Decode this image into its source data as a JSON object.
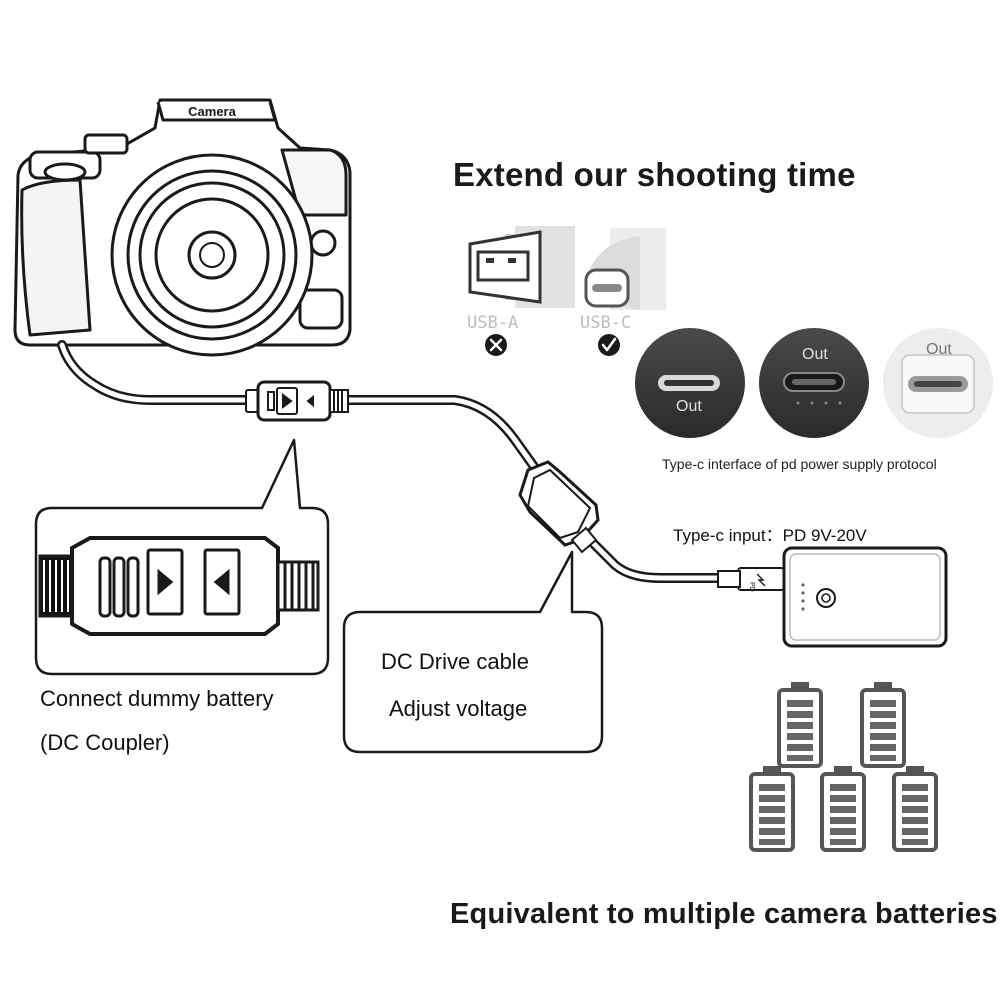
{
  "headline_top": "Extend our shooting time",
  "headline_bottom": "Equivalent to multiple camera batteries",
  "camera": {
    "label": "Camera"
  },
  "usb": {
    "a_label": "USB-A",
    "c_label": "USB-C",
    "a_status_icon": "cross-circle-icon",
    "c_status_icon": "check-circle-icon"
  },
  "typec_ports": {
    "port1_label": "Out",
    "port2_label": "Out",
    "port3_label": "Out",
    "caption": "Type-c interface of pd power supply protocol"
  },
  "power_bank": {
    "input_label": "Type-c input：PD 9V-20V",
    "plug_marking": "PD",
    "power_icon": "power-icon"
  },
  "dc_coupler": {
    "line1": "Connect dummy battery",
    "line2": "(DC Coupler)"
  },
  "dc_cable": {
    "line1": "DC Drive cable",
    "line2": "Adjust voltage"
  },
  "batteries": {
    "icon": "battery-icon"
  },
  "colors": {
    "ink": "#1a1a1a",
    "port_dark": "#3a3a3a",
    "port_light": "#e8e8e8",
    "usb_label": "#bdbdbd"
  }
}
